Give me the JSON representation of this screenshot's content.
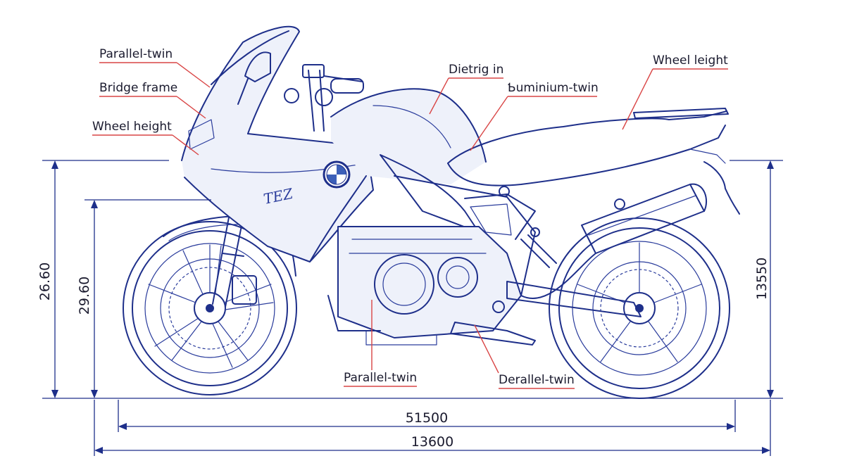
{
  "callouts": [
    {
      "id": "parallel-twin-top",
      "label": "Parallel-twin"
    },
    {
      "id": "bridge-frame",
      "label": "Bridge frame"
    },
    {
      "id": "wheel-height",
      "label": "Wheel height"
    },
    {
      "id": "dietrig-in",
      "label": "Dietrig in"
    },
    {
      "id": "buminium-twin",
      "label": "Ƅuminium-twin"
    },
    {
      "id": "wheel-leight",
      "label": "Wheel leight"
    },
    {
      "id": "parallel-twin-bottom",
      "label": "Parallel-twin"
    },
    {
      "id": "derallel-twin",
      "label": "Derallel-twin"
    }
  ],
  "dimensions": {
    "outer_height": "26.60",
    "inner_height": "29.60",
    "right_height": "13550",
    "wheelbase": "51500",
    "overall_length": "13600"
  },
  "tank_badge": "TEZ",
  "colors": {
    "line_ink": "#1e2f8a",
    "leader_red": "#d94545",
    "text": "#1a1a2e"
  },
  "icons": [
    "bmw-roundel-logo"
  ]
}
